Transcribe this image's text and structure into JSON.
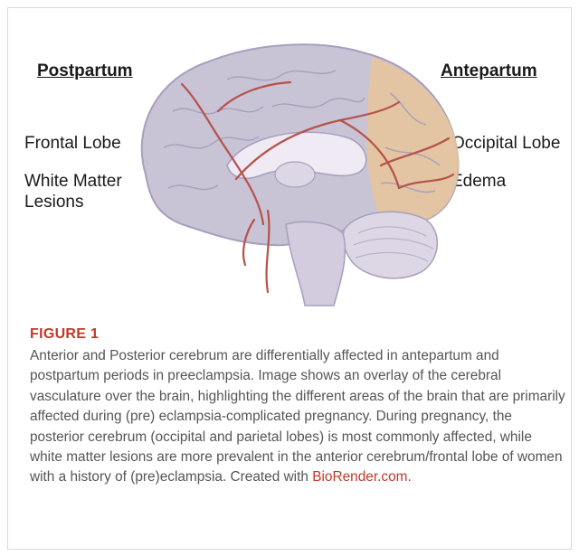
{
  "figure": {
    "labels": {
      "postpartum_heading": "Postpartum",
      "antepartum_heading": "Antepartum",
      "frontal_lobe": "Frontal Lobe",
      "white_matter_line1": "White Matter",
      "white_matter_line2": "Lesions",
      "occipital_lobe": "Occipital Lobe",
      "edema": "Edema"
    },
    "colors": {
      "brain": "#c9c3d6",
      "brain_outline": "#a79fbd",
      "vessel": "#b5524a",
      "occipital_overlay": "#e8c49a",
      "cerebellum": "#ddd6e4",
      "brainstem": "#d3cbde",
      "caption_accent": "#c0392b"
    }
  },
  "caption": {
    "title": "FIGURE 1",
    "text": "Anterior and Posterior cerebrum are differentially affected in antepartum and postpartum periods in preeclampsia. Image shows an overlay of the cerebral vasculature over the brain, highlighting the different areas of the brain that are primarily affected during (pre) eclampsia-complicated pregnancy. During pregnancy, the posterior cerebrum (occipital and parietal lobes) is most commonly affected, while white matter lesions are more prevalent in the anterior cerebrum/frontal lobe of women with a history of (pre)eclampsia. Created with ",
    "link_text": "BioRender.com",
    "end": "."
  }
}
